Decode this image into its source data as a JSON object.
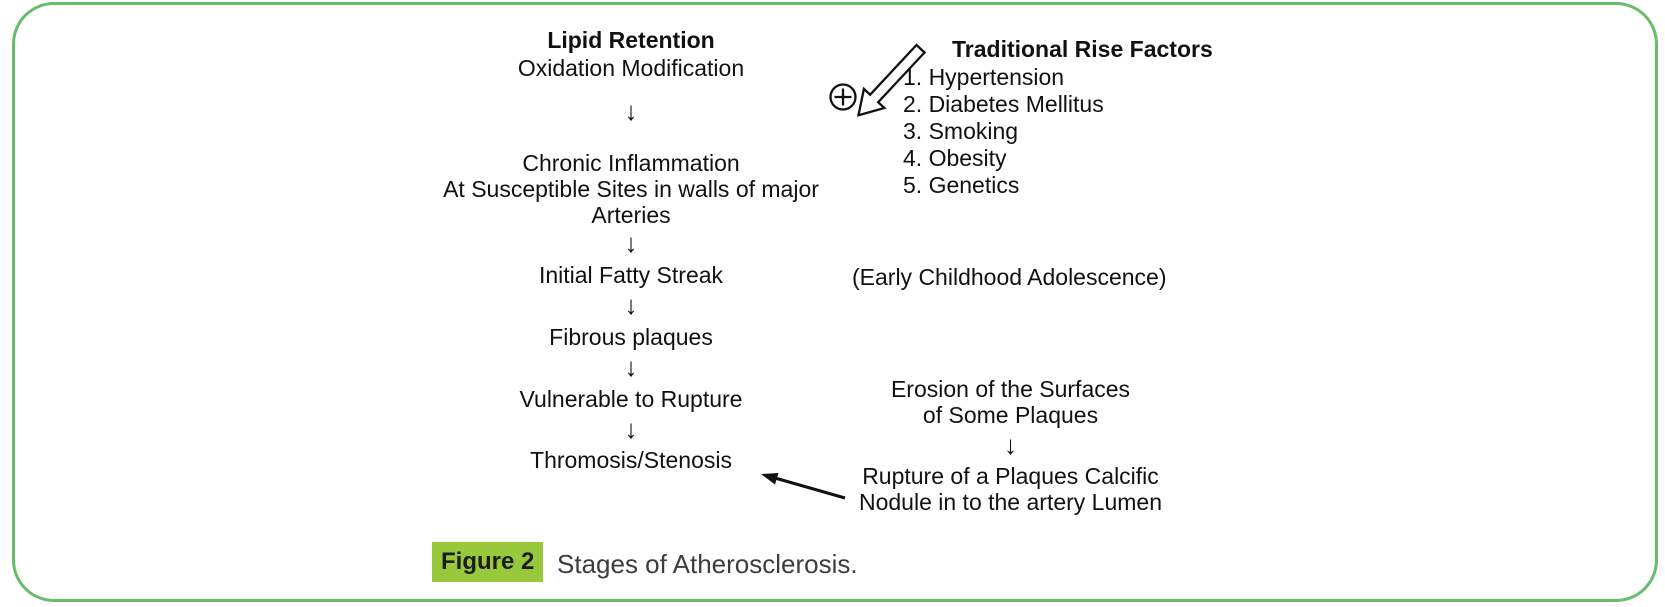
{
  "glyphs": {
    "down_arrow": "↓"
  },
  "colors": {
    "frame_border": "#68bd6b",
    "figure_label_bg": "#98c93c"
  },
  "flow": {
    "heading": "Lipid Retention",
    "subheading": "Oxidation Modification",
    "chronic_line1": "Chronic Inflammation",
    "chronic_line2": "At Susceptible Sites in walls of major",
    "chronic_line3": "Arteries",
    "fatty_streak": "Initial Fatty Streak",
    "fibrous_plaques": "Fibrous plaques",
    "vulnerable": "Vulnerable to Rupture",
    "thrombosis": "Thromosis/Stenosis"
  },
  "risk_factors": {
    "heading": "Traditional Rise Factors",
    "items": [
      "1. Hypertension",
      "2. Diabetes Mellitus",
      "3. Smoking",
      "4. Obesity",
      "5. Genetics"
    ]
  },
  "note": "(Early Childhood Adolescence)",
  "right_flow": {
    "erosion_line1": "Erosion of the Surfaces",
    "erosion_line2": "of Some Plaques",
    "rupture_line1": "Rupture of a Plaques Calcific",
    "rupture_line2": "Nodule in to the artery Lumen"
  },
  "figure_caption": {
    "label": "Figure 2",
    "text": "Stages of Atherosclerosis."
  }
}
